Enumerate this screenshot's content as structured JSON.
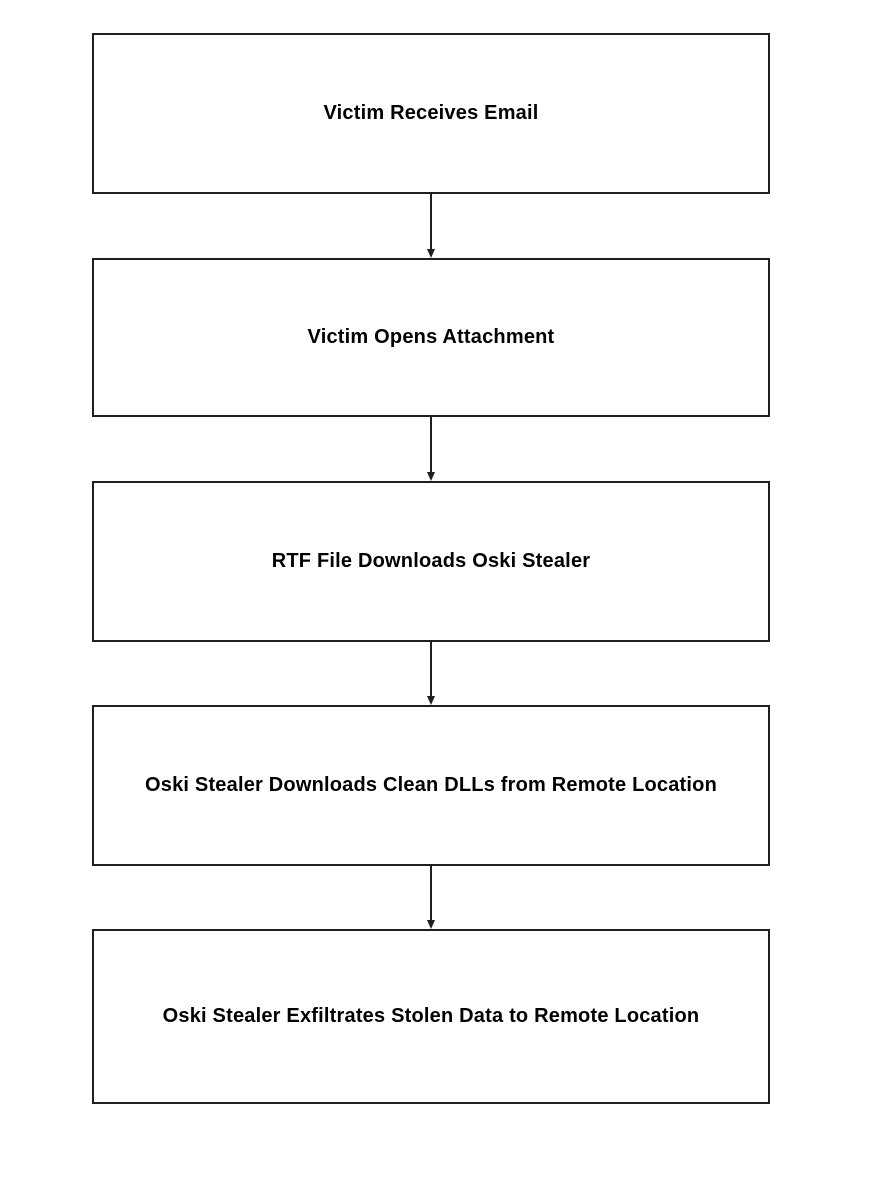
{
  "diagram": {
    "type": "flowchart",
    "direction": "top-down",
    "colors": {
      "background": "#ffffff",
      "node_fill": "#ffffff",
      "node_border": "#1f1f1f",
      "text": "#000000",
      "arrow": "#1f1f1f"
    },
    "nodes": [
      {
        "id": "victim-receives-email",
        "label": "Victim Receives Email"
      },
      {
        "id": "victim-opens-attachment",
        "label": "Victim Opens Attachment"
      },
      {
        "id": "rtf-downloads-oski",
        "label": "RTF File Downloads Oski Stealer"
      },
      {
        "id": "oski-downloads-dlls",
        "label": "Oski Stealer Downloads Clean DLLs from Remote Location"
      },
      {
        "id": "oski-exfiltrates-data",
        "label": "Oski Stealer Exfiltrates Stolen Data to Remote Location"
      }
    ],
    "edges": [
      {
        "from": "victim-receives-email",
        "to": "victim-opens-attachment",
        "arrow": "down"
      },
      {
        "from": "victim-opens-attachment",
        "to": "rtf-downloads-oski",
        "arrow": "down"
      },
      {
        "from": "rtf-downloads-oski",
        "to": "oski-downloads-dlls",
        "arrow": "down"
      },
      {
        "from": "oski-downloads-dlls",
        "to": "oski-exfiltrates-data",
        "arrow": "down"
      }
    ]
  }
}
